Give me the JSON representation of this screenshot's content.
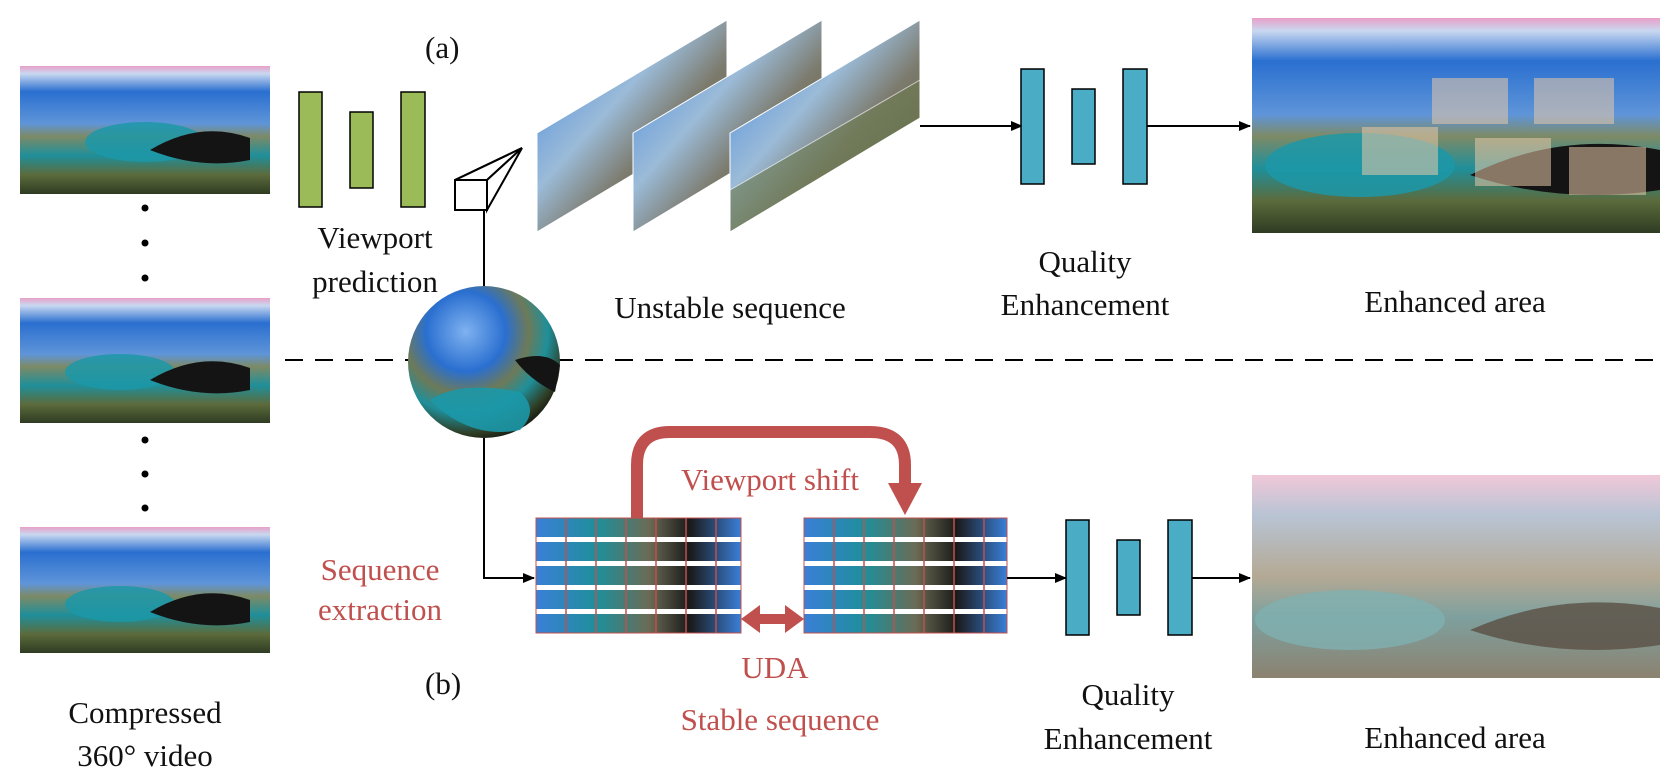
{
  "panel_a_tag": "(a)",
  "panel_b_tag": "(b)",
  "input_label": [
    "Compressed",
    "360° video"
  ],
  "viewport_prediction_label": [
    "Viewport",
    "prediction"
  ],
  "unstable_sequence_label": "Unstable sequence",
  "quality_enhancement_label": [
    "Quality",
    "Enhancement"
  ],
  "enhanced_area_label": "Enhanced area",
  "sequence_extraction_label": [
    "Sequence",
    "extraction"
  ],
  "viewport_shift_label": "Viewport shift",
  "uda_label": "UDA",
  "stable_sequence_label": "Stable sequence",
  "colors": {
    "prediction_net": "#9bbb59",
    "enhancement_net": "#4bacc6",
    "accent_red": "#c0504d",
    "sky": "#2a6fd0",
    "lake": "#1f8f9a",
    "mountain": "#7a7a5c"
  }
}
